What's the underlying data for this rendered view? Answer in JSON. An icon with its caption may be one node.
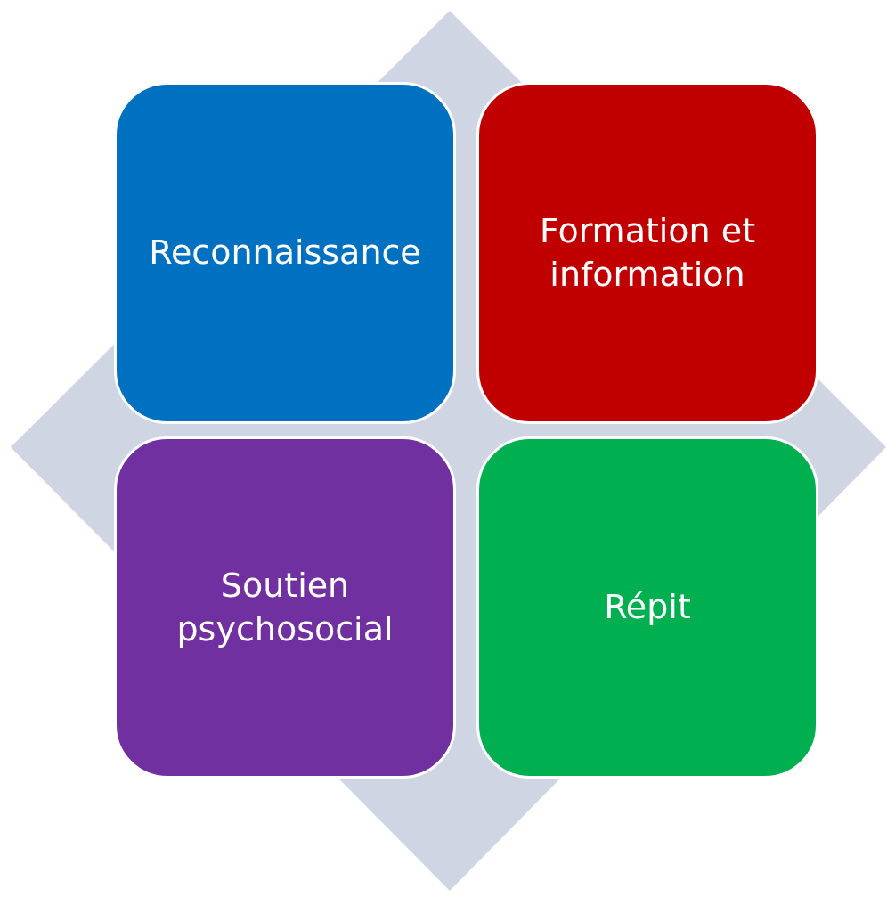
{
  "diagram": {
    "nodes": [
      {
        "text": [
          "Reconnaissance"
        ]
      },
      {
        "text": [
          "Formation et information"
        ]
      },
      {
        "text": [
          "Soutien psychosocial"
        ]
      },
      {
        "text": [
          "Répit"
        ]
      }
    ]
  }
}
